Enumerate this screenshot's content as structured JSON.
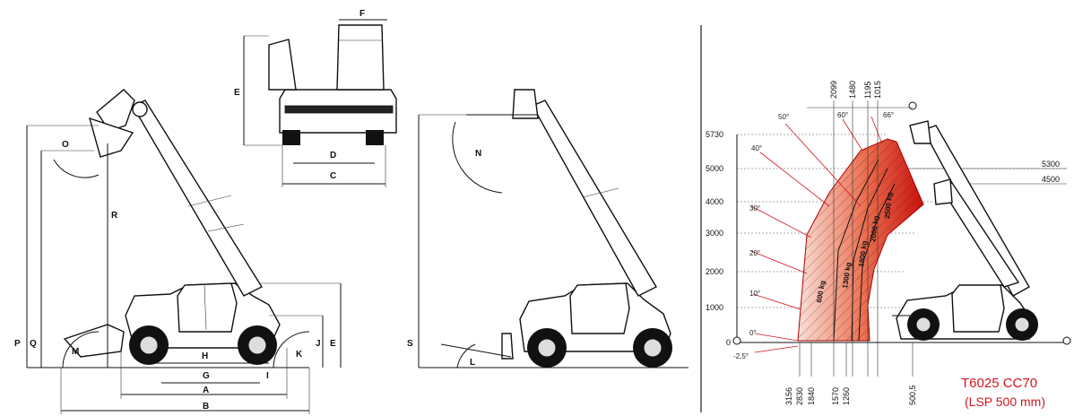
{
  "side_view_labels": {
    "O": "O",
    "R": "R",
    "P": "P",
    "Q": "Q",
    "M": "M",
    "H": "H",
    "G": "G",
    "A": "A",
    "B": "B",
    "I": "I",
    "K": "K",
    "J": "J",
    "E": "E"
  },
  "rear_view_labels": {
    "F": "F",
    "E": "E",
    "D": "D",
    "C": "C"
  },
  "fork_view_labels": {
    "N": "N",
    "S": "S",
    "L": "L"
  },
  "load_chart": {
    "model": "T6025 CC70",
    "subtitle": "(LSP 500 mm)",
    "left_axis_ticks": [
      "5730",
      "5000",
      "4000",
      "3000",
      "2000",
      "1000",
      "0"
    ],
    "right_axis_ticks": [
      "5300",
      "4500"
    ],
    "top_ticks": [
      "2099",
      "1480",
      "1195",
      "1015"
    ],
    "bottom_ticks": [
      "3156",
      "2830",
      "1840",
      "1570",
      "1260",
      "500,5"
    ],
    "angles": [
      "50°",
      "60°",
      "66°",
      "40°",
      "30°",
      "20°",
      "10°",
      "0°",
      "-2,5°"
    ],
    "loads": [
      "600 kg",
      "1300 kg",
      "1800 kg",
      "2000 kg",
      "2500 kg"
    ]
  },
  "colors": {
    "accent_red": "#d3151c",
    "line": "#111111"
  }
}
